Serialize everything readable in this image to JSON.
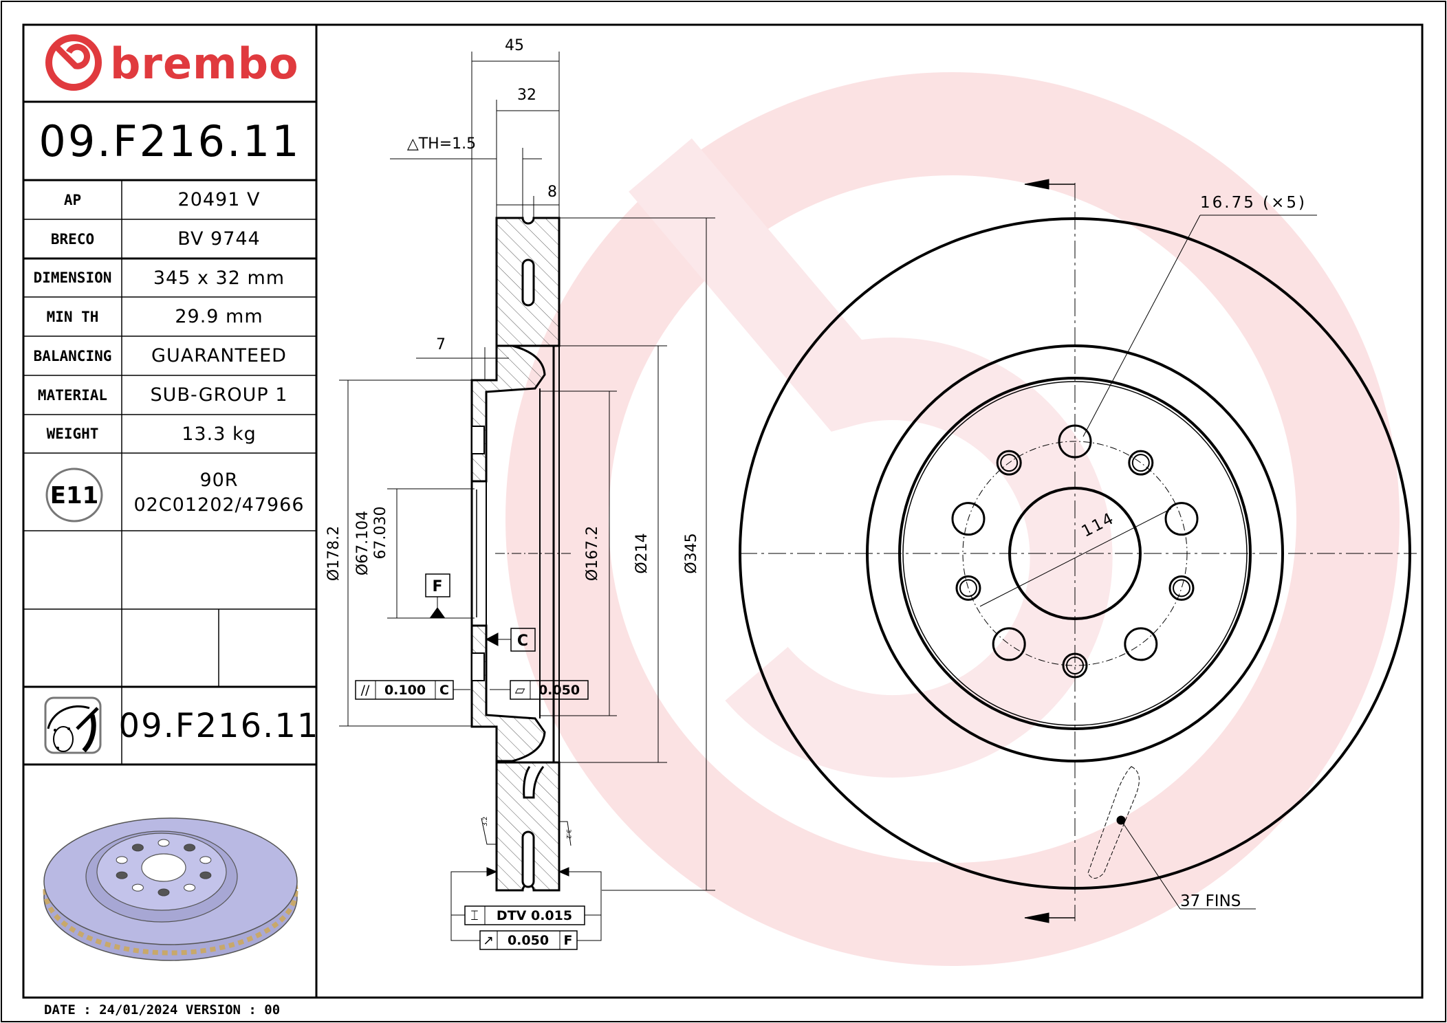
{
  "brand": {
    "name": "brembo",
    "color": "#e03a3e"
  },
  "part_number": "09.F216.11",
  "specs": [
    {
      "label": "AP",
      "value": "20491 V"
    },
    {
      "label": "BRECO",
      "value": "BV 9744"
    },
    {
      "label": "DIMENSION",
      "value": "345 x 32 mm"
    },
    {
      "label": "MIN TH",
      "value": "29.9 mm"
    },
    {
      "label": "BALANCING",
      "value": "GUARANTEED"
    },
    {
      "label": "MATERIAL",
      "value": "SUB-GROUP 1"
    },
    {
      "label": "WEIGHT",
      "value": "13.3 kg"
    }
  ],
  "homologation": {
    "mark": "E11",
    "line1": "90R",
    "line2": "02C01202/47966"
  },
  "icon_row": {
    "icon": "brake-disc-icon",
    "part_number": "09.F216.11"
  },
  "footer": {
    "date_label": "DATE : 24/01/2024 VERSION : 00"
  },
  "section_view": {
    "dim_45": "45",
    "dim_32": "32",
    "delta_th": "△TH=1.5",
    "dim_8": "8",
    "dim_7": "7",
    "dia_178": "Ø178.2",
    "dia_67_max": "Ø67.104",
    "dia_67_min": "67.030",
    "dia_167": "Ø167.2",
    "dia_214": "Ø214",
    "dia_345": "Ø345",
    "datum_f": "F",
    "datum_c": "C",
    "parallelism": {
      "symbol": "//",
      "value": "0.100",
      "datum": "C"
    },
    "flatness": {
      "symbol": "▱",
      "value": "0.050"
    },
    "dtv": {
      "symbol": "⌶",
      "value": "DTV 0.015"
    },
    "runout": {
      "symbol": "↗",
      "value": "0.050",
      "datum": "F"
    },
    "roughness_left": "3.2",
    "roughness_right": "3.2"
  },
  "front_view": {
    "hole_callout": "16.75 (×5)",
    "bolt_circle": "114",
    "fins": "37 FINS"
  },
  "colors": {
    "watermark": "#fbdfe1",
    "disc_face": "#b9b9e3",
    "disc_vent": "#c8a86a"
  }
}
